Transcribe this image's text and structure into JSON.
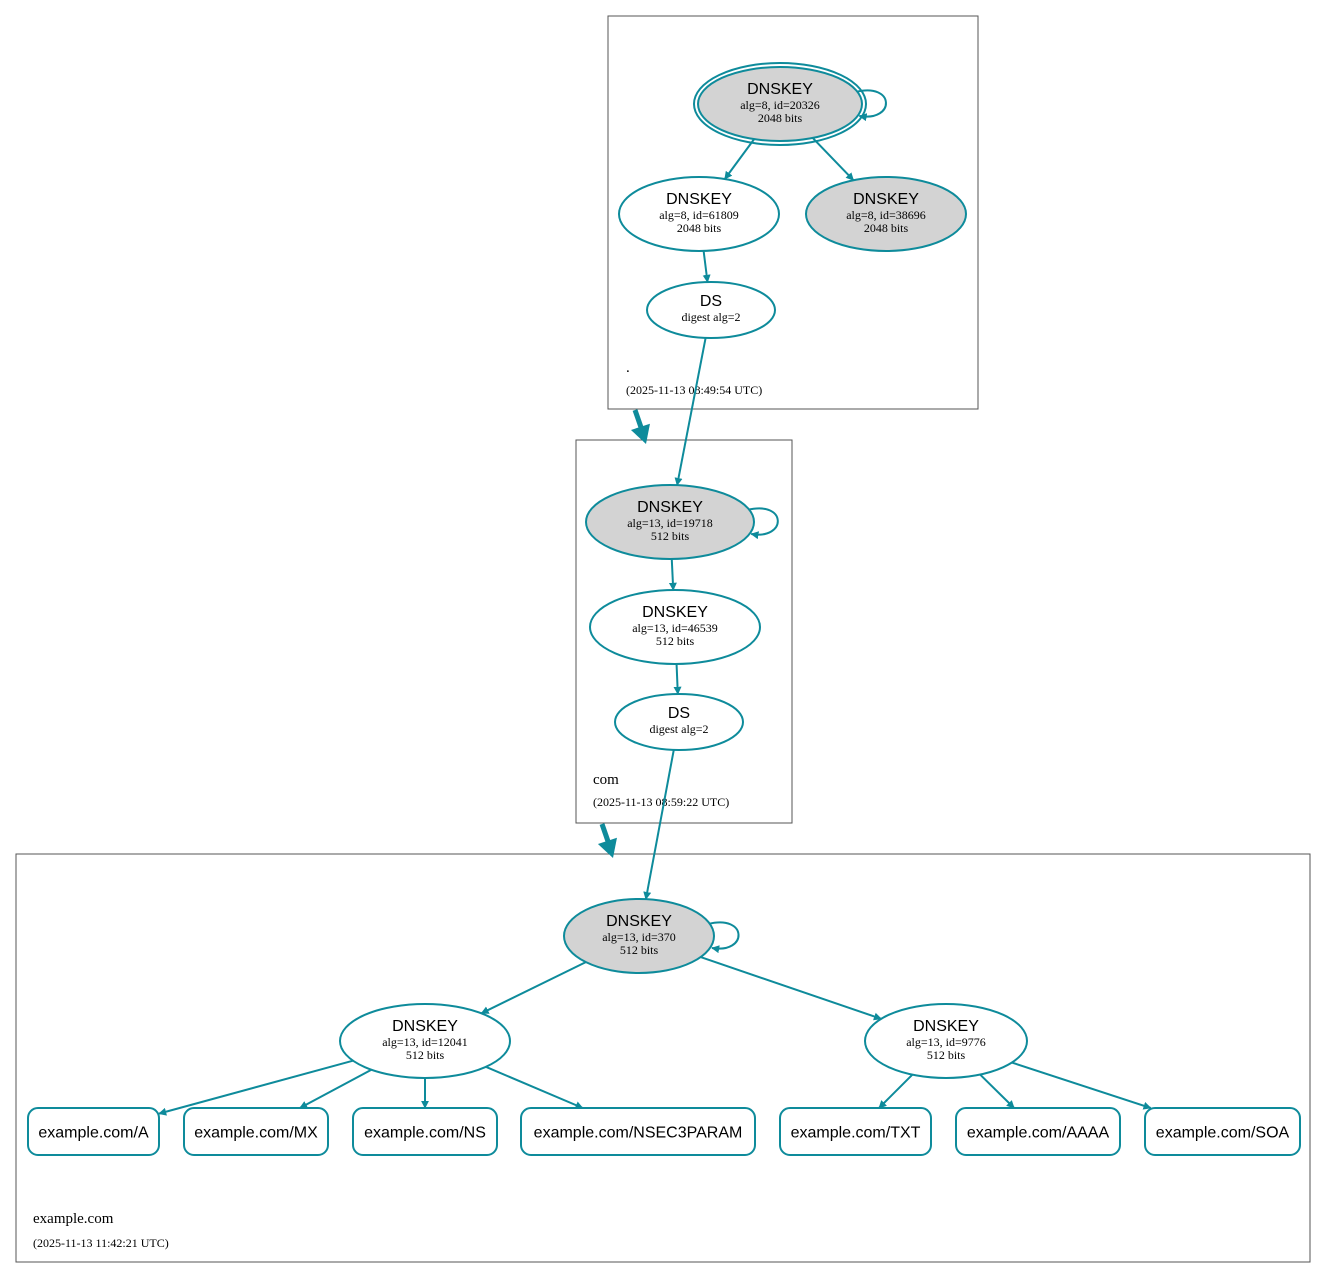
{
  "colors": {
    "edge": "#0e8b9b",
    "node_stroke": "#0e8b9b",
    "ksk_fill": "#d3d3d3",
    "zsk_fill": "#ffffff",
    "zone_border": "#555555"
  },
  "zones": [
    {
      "name": ".",
      "timestamp": "(2025-11-13 08:49:54 UTC)",
      "nodes": [
        {
          "key": "root_ksk",
          "title": "DNSKEY",
          "line1": "alg=8, id=20326",
          "line2": "2048 bits",
          "ksk": true,
          "trust_anchor": true
        },
        {
          "key": "root_zsk1",
          "title": "DNSKEY",
          "line1": "alg=8, id=61809",
          "line2": "2048 bits",
          "ksk": false
        },
        {
          "key": "root_zsk2",
          "title": "DNSKEY",
          "line1": "alg=8, id=38696",
          "line2": "2048 bits",
          "ksk": true
        },
        {
          "key": "root_ds",
          "title": "DS",
          "line1": "digest alg=2",
          "line2": "",
          "ksk": false
        }
      ]
    },
    {
      "name": "com",
      "timestamp": "(2025-11-13 08:59:22 UTC)",
      "nodes": [
        {
          "key": "com_ksk",
          "title": "DNSKEY",
          "line1": "alg=13, id=19718",
          "line2": "512 bits",
          "ksk": true
        },
        {
          "key": "com_zsk",
          "title": "DNSKEY",
          "line1": "alg=13, id=46539",
          "line2": "512 bits",
          "ksk": false
        },
        {
          "key": "com_ds",
          "title": "DS",
          "line1": "digest alg=2",
          "line2": "",
          "ksk": false
        }
      ]
    },
    {
      "name": "example.com",
      "timestamp": "(2025-11-13 11:42:21 UTC)",
      "nodes": [
        {
          "key": "ex_ksk",
          "title": "DNSKEY",
          "line1": "alg=13, id=370",
          "line2": "512 bits",
          "ksk": true
        },
        {
          "key": "ex_zsk1",
          "title": "DNSKEY",
          "line1": "alg=13, id=12041",
          "line2": "512 bits",
          "ksk": false
        },
        {
          "key": "ex_zsk2",
          "title": "DNSKEY",
          "line1": "alg=13, id=9776",
          "line2": "512 bits",
          "ksk": false
        }
      ],
      "records": [
        {
          "key": "rr_a",
          "label": "example.com/A"
        },
        {
          "key": "rr_mx",
          "label": "example.com/MX"
        },
        {
          "key": "rr_ns",
          "label": "example.com/NS"
        },
        {
          "key": "rr_nsec3param",
          "label": "example.com/NSEC3PARAM"
        },
        {
          "key": "rr_txt",
          "label": "example.com/TXT"
        },
        {
          "key": "rr_aaaa",
          "label": "example.com/AAAA"
        },
        {
          "key": "rr_soa",
          "label": "example.com/SOA"
        }
      ]
    }
  ],
  "edges": [
    {
      "from": "root_ksk",
      "to": "root_ksk",
      "self": true
    },
    {
      "from": "root_ksk",
      "to": "root_zsk1"
    },
    {
      "from": "root_ksk",
      "to": "root_zsk2"
    },
    {
      "from": "root_zsk1",
      "to": "root_ds"
    },
    {
      "from": "root_ds",
      "to": "com_ksk"
    },
    {
      "from": "com_ksk",
      "to": "com_ksk",
      "self": true
    },
    {
      "from": "com_ksk",
      "to": "com_zsk"
    },
    {
      "from": "com_zsk",
      "to": "com_ds"
    },
    {
      "from": "com_ds",
      "to": "ex_ksk"
    },
    {
      "from": "ex_ksk",
      "to": "ex_ksk",
      "self": true
    },
    {
      "from": "ex_ksk",
      "to": "ex_zsk1"
    },
    {
      "from": "ex_ksk",
      "to": "ex_zsk2"
    },
    {
      "from": "ex_zsk1",
      "to": "rr_a"
    },
    {
      "from": "ex_zsk1",
      "to": "rr_mx"
    },
    {
      "from": "ex_zsk1",
      "to": "rr_ns"
    },
    {
      "from": "ex_zsk1",
      "to": "rr_nsec3param"
    },
    {
      "from": "ex_zsk2",
      "to": "rr_txt"
    },
    {
      "from": "ex_zsk2",
      "to": "rr_aaaa"
    },
    {
      "from": "ex_zsk2",
      "to": "rr_soa"
    }
  ],
  "delegations": [
    {
      "from": ".",
      "to": "com"
    },
    {
      "from": "com",
      "to": "example.com"
    }
  ]
}
